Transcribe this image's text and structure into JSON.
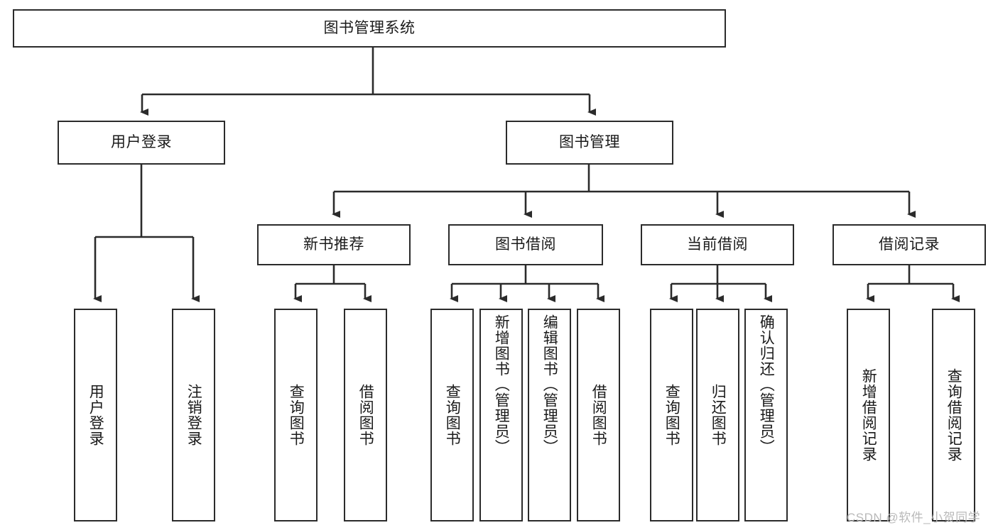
{
  "diagram": {
    "title_node": {
      "label": "图书管理系统"
    },
    "level1": [
      {
        "label": "用户登录"
      },
      {
        "label": "图书管理"
      }
    ],
    "level2": [
      {
        "label": "新书推荐"
      },
      {
        "label": "图书借阅"
      },
      {
        "label": "当前借阅"
      },
      {
        "label": "借阅记录"
      }
    ],
    "leaves": {
      "user_login": [
        {
          "label": "用户登录"
        },
        {
          "label": "注销登录"
        }
      ],
      "new_book": [
        {
          "label": "查询图书"
        },
        {
          "label": "借阅图书"
        }
      ],
      "book_borrow": [
        {
          "label": "查询图书"
        },
        {
          "label": "新增图书（管理员）"
        },
        {
          "label": "编辑图书（管理员）"
        },
        {
          "label": "借阅图书"
        }
      ],
      "current_borrow": [
        {
          "label": "查询图书"
        },
        {
          "label": "归还图书"
        },
        {
          "label": "确认归还（管理员）"
        }
      ],
      "borrow_record": [
        {
          "label": "新增借阅记录"
        },
        {
          "label": "查询借阅记录"
        }
      ]
    }
  },
  "watermark": {
    "text": "CSDN @软件_小贺同学"
  },
  "colors": {
    "stroke": "#2b2b2b",
    "fill": "#ffffff",
    "text": "#1a1a1a",
    "watermark": "#b9b9b9"
  }
}
